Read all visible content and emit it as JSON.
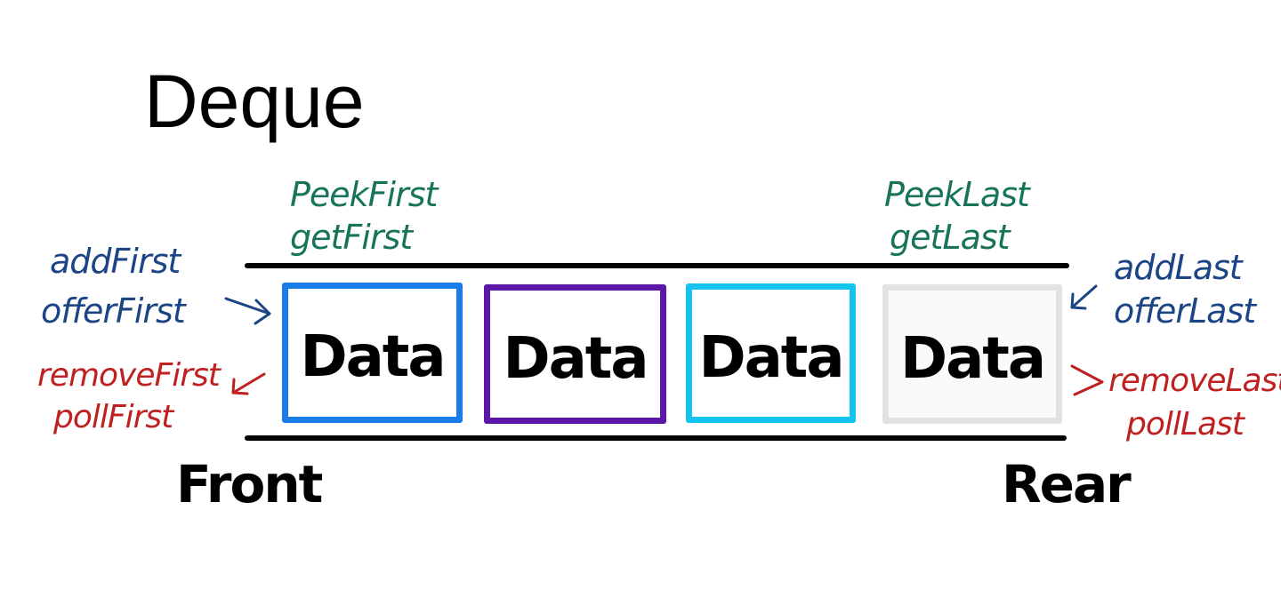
{
  "title": "Deque",
  "labels": {
    "peek_first": "PeekFirst",
    "get_first": "getFirst",
    "peek_last": "PeekLast",
    "get_last": "getLast",
    "add_first": "addFirst",
    "offer_first": "offerFirst",
    "remove_first": "removeFirst",
    "poll_first": "pollFirst",
    "add_last": "addLast",
    "offer_last": "offerLast",
    "remove_last": "removeLast",
    "poll_last": "pollLast",
    "front": "Front",
    "rear": "Rear"
  },
  "cells": [
    {
      "text": "Data",
      "color": "#1a7ce8"
    },
    {
      "text": "Data",
      "color": "#5b17a8"
    },
    {
      "text": "Data",
      "color": "#14c3f0"
    },
    {
      "text": "Data",
      "color": "#e2e2e2"
    }
  ],
  "colors": {
    "green_labels": "#17745a",
    "blue_labels": "#1c4585",
    "red_labels": "#bf2121",
    "rails": "#000000"
  }
}
